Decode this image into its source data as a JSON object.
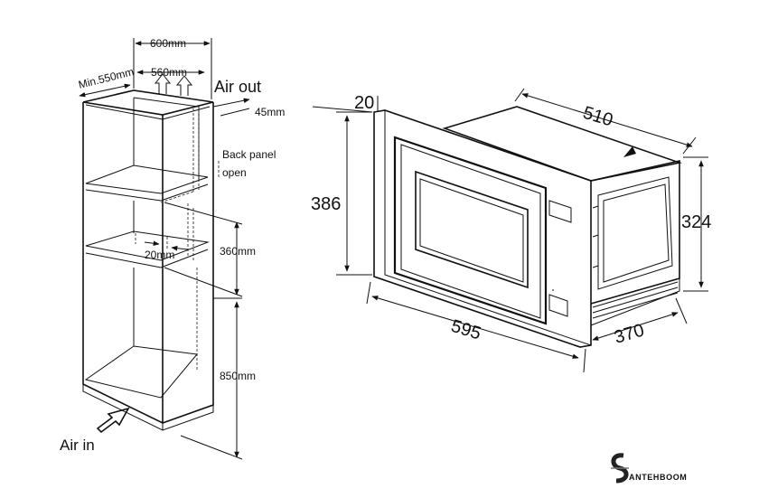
{
  "cabinet": {
    "width_label": "600mm",
    "inner_width_label": "560mm",
    "min_depth_label": "Min.550mm",
    "air_out_label": "Air out",
    "top_gap_label": "45mm",
    "back_panel_label": "Back panel",
    "back_panel_open_label": "open",
    "niche_height_label": "360mm",
    "shelf_gap_label": "20mm",
    "base_height_label": "850mm",
    "air_in_label": "Air in"
  },
  "appliance": {
    "frame_depth_label": "20",
    "body_width_label": "510",
    "front_height_label": "386",
    "body_height_label": "324",
    "front_width_label": "595",
    "body_depth_label": "370"
  },
  "brand": {
    "logo_text": "ANTEHBOOM"
  }
}
